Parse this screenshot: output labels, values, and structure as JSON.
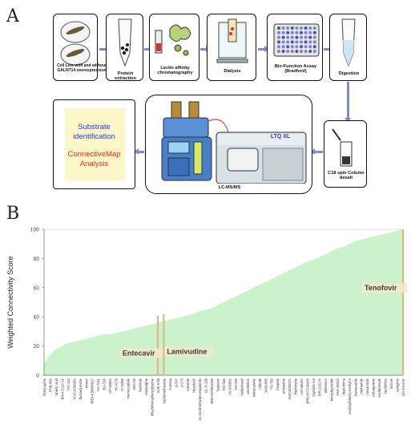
{
  "panel_a": {
    "letter": "A",
    "steps": {
      "cell_line": "Cell Line with and without GALNT14 overexpression",
      "protein_extraction": "Protein extraction",
      "lectin": "Lectin affinity chromatography",
      "dialysis": "Dialysis",
      "bio_assay": "Bio-Function Assay (Bradford)",
      "digestion": "Digestion",
      "c18": "C18 spin Column desalt",
      "lcms": "LC-MS/MS",
      "instrument_brand": "LTQ XL"
    },
    "result_box": {
      "line1": "Substrate",
      "line2": "identification",
      "line3": "ConnectiveMap",
      "line4": "Analysis"
    }
  },
  "panel_b": {
    "letter": "B",
    "highlights": [
      "Entecavir",
      "Lamivudine",
      "Tenofovir"
    ]
  },
  "chart_data": {
    "type": "area",
    "ylabel": "Weighted Connectivity Score",
    "ylim": [
      0,
      100
    ],
    "yticks": [
      0,
      20,
      40,
      60,
      80,
      100
    ],
    "fill_color": "#ccf2cc",
    "highlight_bar_color": "#d9b98a",
    "x": [
      "chloroquine",
      "PNB-069",
      "abietic acid",
      "BIAA-CGC-19",
      "ITC-113",
      "KUC103098N",
      "fluoxenpirvate",
      "Wnner",
      "BRD-K38484917",
      "AH-7211",
      "BC-293",
      "CP-55940",
      "YK-4279",
      "U-74389",
      "memocarpide",
      "ABN-60",
      "liazonide",
      "esparagine",
      "dihydrobrosphenylglycine",
      "ALW-II-38",
      "beclomethasone",
      "9-xetiva",
      "U-247",
      "U-273",
      "mizatide",
      "Mesylu60",
      "16,16-dimethylprostaglandin",
      "GL-X-138",
      "BRD-K37953480",
      "hygrosin",
      "HC-tiwe",
      "AS-606850",
      "AG-490",
      "radecitiazid",
      "amorbition",
      "mebutadone",
      "mibvdb",
      "XMD-885",
      "YS-703",
      "thiopine",
      "ambastine",
      "KUC102002N",
      "thiethinone",
      "cromakaim",
      "BRD-K67236446",
      "tryptanin-A3",
      "WR-216174",
      "albiterium",
      "benzylpenicillin",
      "AKA-30316",
      "dieptofoma",
      "oxabutyllabutic-methyl-4",
      "fasmetaride",
      "methanide",
      "mexasticlin",
      "calcapprene",
      "vociferamide",
      "tacrolimus",
      "niclovir",
      "epiaginin",
      "HG-6-64-01"
    ],
    "series": [
      {
        "values": [
          8,
          14,
          18,
          20,
          22,
          23,
          24,
          25,
          26,
          27,
          28,
          28,
          29,
          30,
          31,
          32,
          33,
          34,
          35,
          36,
          37,
          38,
          39,
          40,
          41,
          42,
          44,
          45,
          46,
          48,
          50,
          52,
          54,
          56,
          58,
          60,
          62,
          64,
          66,
          68,
          70,
          72,
          74,
          76,
          78,
          79,
          81,
          83,
          85,
          87,
          88,
          90,
          92,
          93,
          94,
          95,
          96,
          97,
          98,
          99,
          100
        ]
      }
    ],
    "annotations": [
      {
        "label": "Entecavir",
        "x": "ALW-II-38",
        "y": 41
      },
      {
        "label": "Lamivudine",
        "x": "beclomethasone",
        "y": 42
      },
      {
        "label": "Tenofovir",
        "x": "HG-6-64-01",
        "y": 100
      }
    ]
  }
}
